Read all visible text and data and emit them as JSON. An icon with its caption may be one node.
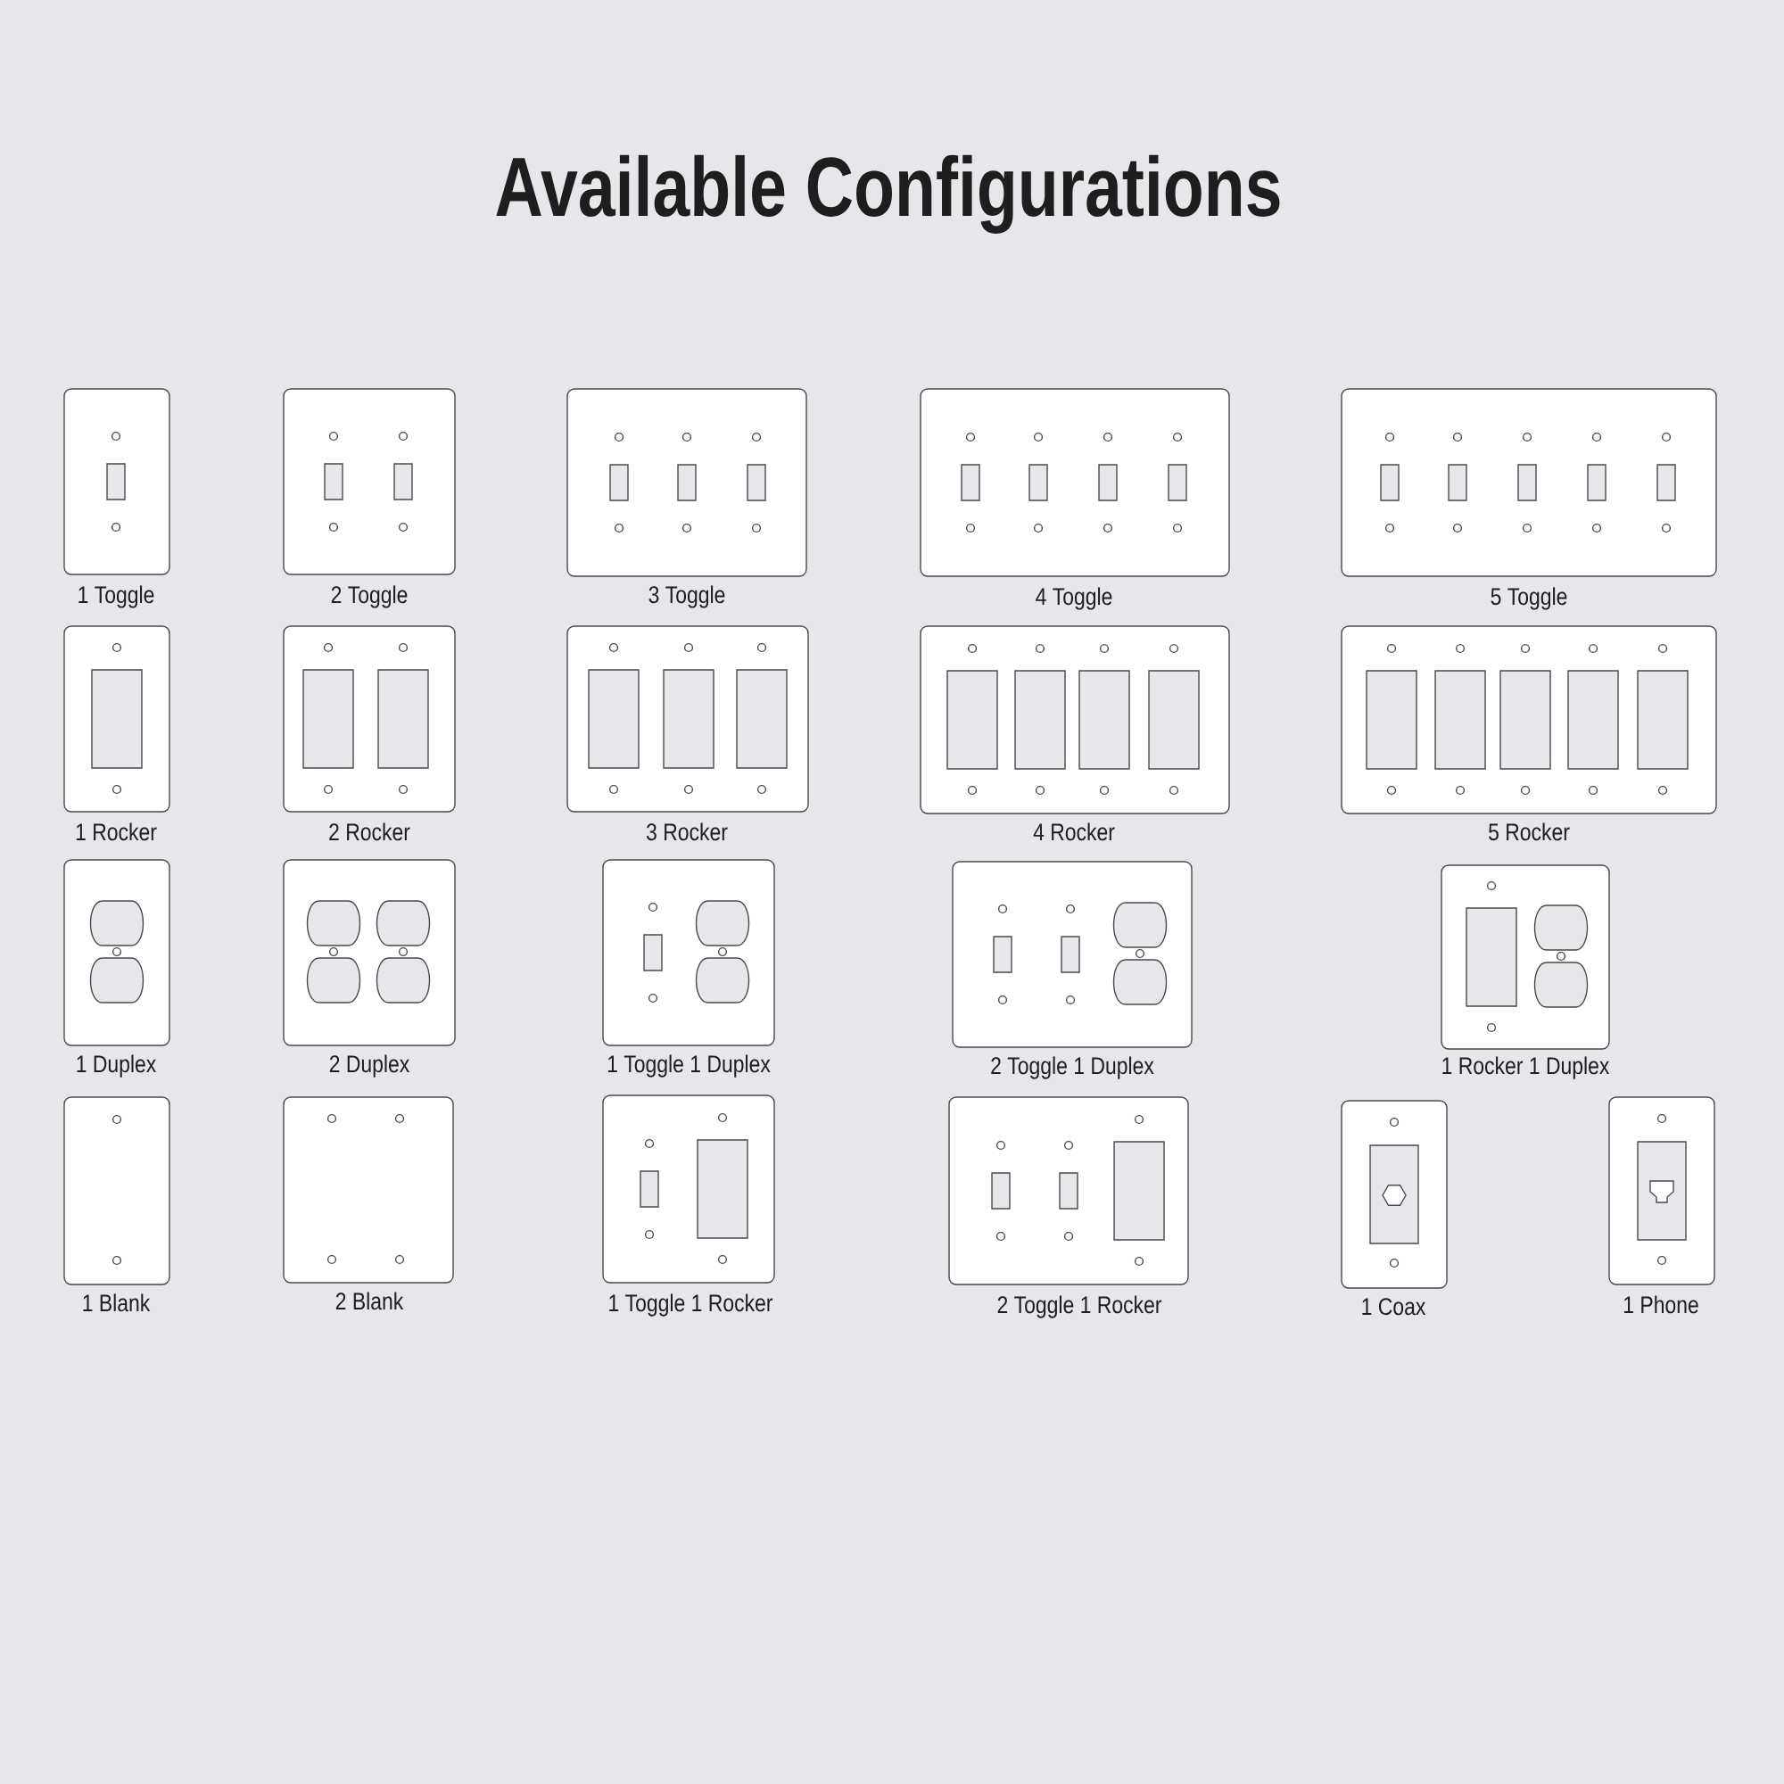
{
  "diagram": {
    "title": "Available Configurations",
    "labels": [
      "1 Toggle",
      "2 Toggle",
      "3 Toggle",
      "4 Toggle",
      "5 Toggle",
      "1 Rocker",
      "2 Rocker",
      "3 Rocker",
      "4 Rocker",
      "5 Rocker",
      "1 Duplex",
      "2 Duplex",
      "1 Toggle 1 Duplex",
      "2 Toggle 1 Duplex",
      "1 Rocker 1 Duplex",
      "1 Blank",
      "2 Blank",
      "1 Toggle 1 Rocker",
      "2 Toggle 1 Rocker",
      "1 Coax",
      "1 Phone"
    ]
  }
}
